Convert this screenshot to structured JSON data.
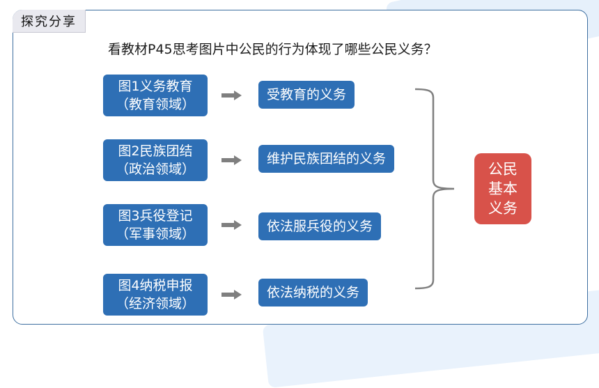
{
  "section_tag": "探究分享",
  "question": "看教材P45思考图片中公民的行为体现了哪些公民义务？",
  "rows": [
    {
      "source_line1": "图1义务教育",
      "source_line2": "（教育领域）",
      "duty": "受教育的义务"
    },
    {
      "source_line1": "图2民族团结",
      "source_line2": "（政治领域）",
      "duty": "维护民族团结的义务"
    },
    {
      "source_line1": "图3兵役登记",
      "source_line2": "（军事领域）",
      "duty": "依法服兵役的义务"
    },
    {
      "source_line1": "图4纳税申报",
      "source_line2": "（经济领域）",
      "duty": "依法纳税的义务"
    }
  ],
  "result": {
    "line1": "公民",
    "line2": "基本",
    "line3": "义务"
  },
  "colors": {
    "box_blue": "#2e6fb5",
    "result_red": "#d8524a",
    "arrow_gray": "#7f7f7f",
    "frame": "#3d6ea0"
  }
}
